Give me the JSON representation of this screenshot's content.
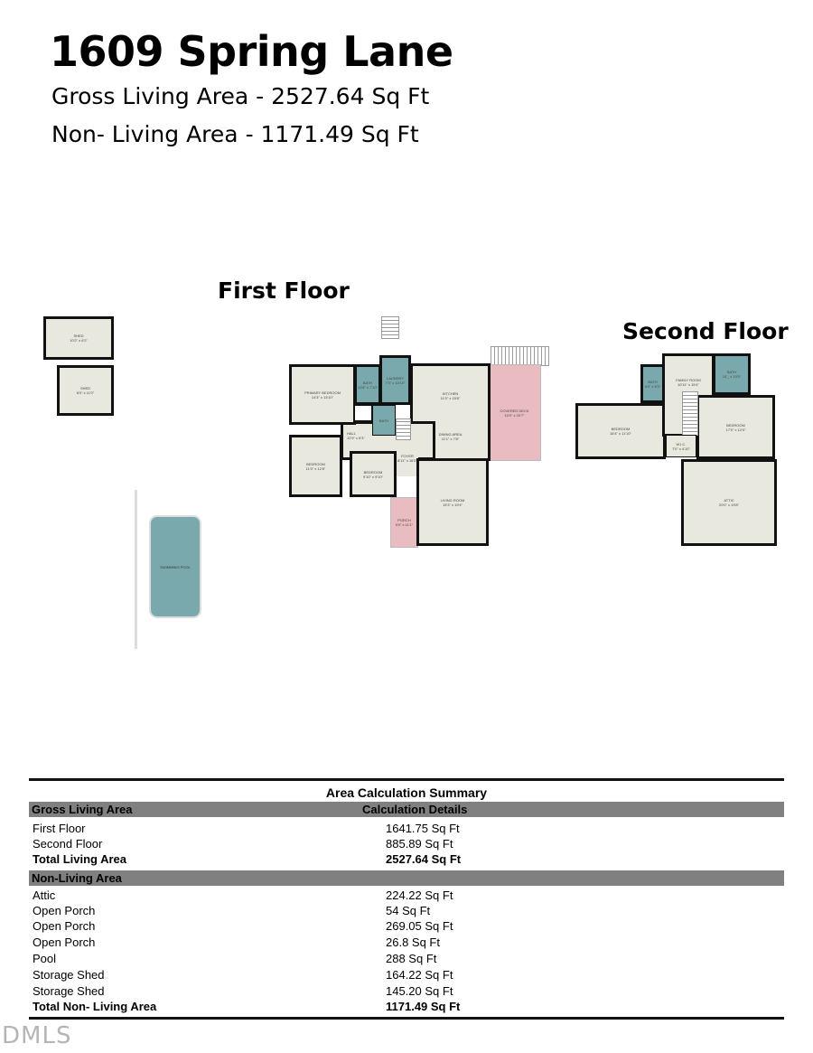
{
  "header": {
    "title": "1609 Spring Lane",
    "gross_living": "Gross Living Area - 2527.64  Sq Ft",
    "non_living": "Non- Living Area - 1171.49 Sq Ft"
  },
  "plans": {
    "first_floor_title": "First Floor",
    "second_floor_title": "Second Floor",
    "outbuildings": [
      {
        "name": "SHED",
        "dims": "10'2\" x 6'2\""
      },
      {
        "name": "SHED",
        "dims": "8'0\" x 11'0\""
      },
      {
        "name": "SWIMMING POOL",
        "dims": ""
      }
    ],
    "first_floor": [
      {
        "name": "PRIMARY BEDROOM",
        "dims": "14'3\" x 13'10\""
      },
      {
        "name": "BATH",
        "dims": "10'6\" x 7'10\""
      },
      {
        "name": "LAUNDRY",
        "dims": "7'3\" x 10'10\""
      },
      {
        "name": "KITCHEN",
        "dims": "11'0\" x 15'6\""
      },
      {
        "name": "COVERED DECK",
        "dims": "10'0\" x 20'7\""
      },
      {
        "name": "BATH",
        "dims": ""
      },
      {
        "name": "HALL",
        "dims": "12'9\" x 6'3\""
      },
      {
        "name": "DINING AREA",
        "dims": "11'1\" x 7'8\""
      },
      {
        "name": "FOYER",
        "dims": "8'11\" x 16'0\""
      },
      {
        "name": "BEDROOM",
        "dims": "11'0\" x 12'8\""
      },
      {
        "name": "BEDROOM",
        "dims": "9'10\" x 9'10\""
      },
      {
        "name": "LIVING ROOM",
        "dims": "15'3\" x 19'4\""
      },
      {
        "name": "PORCH",
        "dims": "5'0\" x 11'1\""
      }
    ],
    "second_floor": [
      {
        "name": "BEDROOM",
        "dims": "16'4\" x 11'10\""
      },
      {
        "name": "FAMILY ROOM",
        "dims": "10'11\" x 15'4\""
      },
      {
        "name": "BATH",
        "dims": "8'0\" x 6'3\""
      },
      {
        "name": "BATH",
        "dims": "10'_ x 10'0\""
      },
      {
        "name": "BEDROOM",
        "dims": "17'0\" x 12'0\""
      },
      {
        "name": "W.I.C.",
        "dims": "7'0\" x 4'10\""
      },
      {
        "name": "ATTIC",
        "dims": "20'0\" x 19'8\""
      }
    ]
  },
  "summary": {
    "title": "Area Calculation Summary",
    "gross_header": "Gross Living Area",
    "details_header": "Calculation Details",
    "gross_rows": [
      {
        "label": "First Floor",
        "value": "1641.75 Sq Ft"
      },
      {
        "label": "Second Floor",
        "value": "885.89 Sq Ft"
      }
    ],
    "gross_total": {
      "label": "Total Living Area",
      "value": "2527.64 Sq Ft"
    },
    "non_header": "Non-Living Area",
    "non_rows": [
      {
        "label": "Attic",
        "value": "224.22 Sq Ft"
      },
      {
        "label": "Open Porch",
        "value": "54 Sq Ft"
      },
      {
        "label": "Open Porch",
        "value": "269.05 Sq Ft"
      },
      {
        "label": "Open Porch",
        "value": "26.8 Sq Ft"
      },
      {
        "label": "Pool",
        "value": "288 Sq Ft"
      },
      {
        "label": "Storage Shed",
        "value": "164.22 Sq Ft"
      },
      {
        "label": "Storage Shed",
        "value": "145.20 Sq Ft"
      }
    ],
    "non_total": {
      "label": "Total Non- Living Area",
      "value": "1171.49 Sq Ft"
    }
  },
  "watermark": "DMLS",
  "colors": {
    "wet_room": "#7aa9ad",
    "outdoor": "#e8bcc0",
    "room_fill": "#e8e8df",
    "header_bar": "#808080"
  }
}
